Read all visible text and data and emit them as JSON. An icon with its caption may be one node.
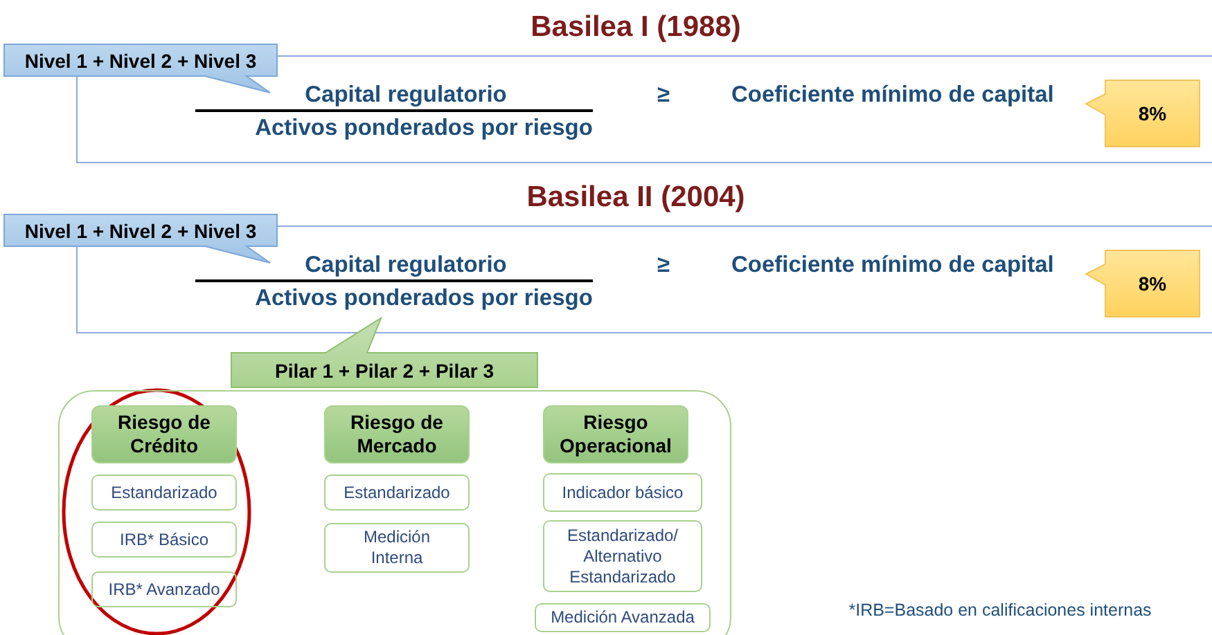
{
  "diagram": {
    "nodes": [
      {
        "text": [
          "Capital regulatorio",
          "Activos ponderados por riesgo",
          "≥",
          "Coeficiente mínimo de capital"
        ]
      },
      {
        "text": [
          "Nivel 1 + Nivel 2 + Nivel 3"
        ]
      },
      {
        "text": [
          "8%"
        ],
        "in": 0
      },
      {
        "text": [
          "Capital regulatorio",
          "Activos ponderados por riesgo",
          "≥",
          "Coeficiente mínimo de capital"
        ]
      },
      {
        "text": [
          "Nivel 1 + Nivel 2 + Nivel 3"
        ]
      },
      {
        "text": [
          "8%"
        ],
        "in": 3
      },
      {
        "text": [
          "Pilar 1 + Pilar 2 + Pilar 3"
        ]
      },
      {
        "text": [],
        "shape": "box"
      },
      {
        "text": [
          "Riesgo de Crédito"
        ],
        "in": 7
      },
      {
        "text": [
          "Estandarizado"
        ],
        "in": 7
      },
      {
        "text": [
          "IRB* Básico"
        ],
        "in": 7
      },
      {
        "text": [
          "IRB* Avanzado"
        ],
        "in": 7
      },
      {
        "text": [
          "Riesgo de Mercado"
        ],
        "in": 7
      },
      {
        "text": [
          "Estandarizado"
        ],
        "in": 7
      },
      {
        "text": [
          "Medición Interna"
        ],
        "in": 7
      },
      {
        "text": [
          "Riesgo Operacional"
        ],
        "in": 7
      },
      {
        "text": [
          "Indicador básico"
        ],
        "in": 7
      },
      {
        "text": [
          "Estandarizado/ Alternativo Estandarizado"
        ],
        "in": 7
      },
      {
        "text": [
          "Medición Avanzada"
        ],
        "in": 7
      }
    ],
    "labels": [
      "Basilea I (1988)",
      "Basilea II (2004)",
      "*IRB=Basado en calificaciones internas"
    ]
  }
}
